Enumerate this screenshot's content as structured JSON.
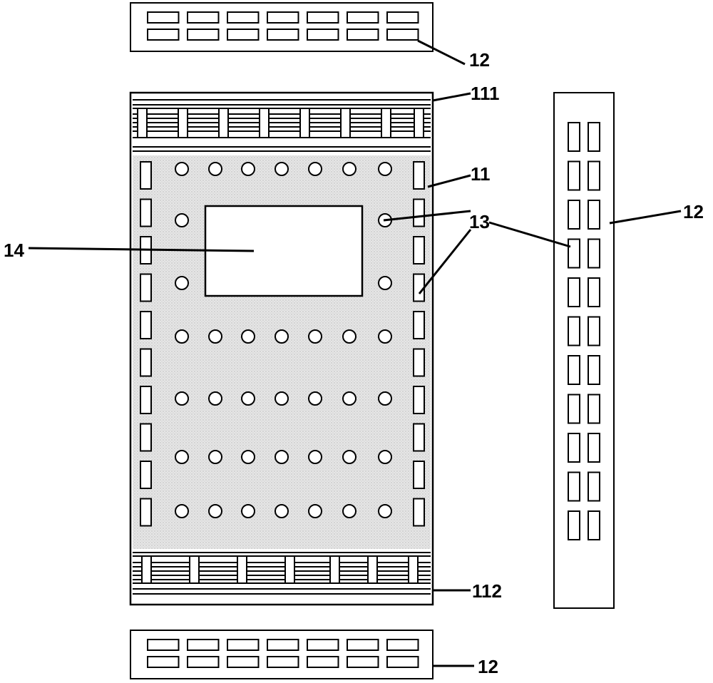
{
  "labels": {
    "top_strip": "12",
    "top_rail": "111",
    "main_board": "11",
    "right_strip": "12",
    "hole_left": "13",
    "hole_right": "13",
    "window": "14",
    "bottom_rail": "112",
    "bottom_strip": "12"
  },
  "colors": {
    "line": "#000000",
    "board_fill": "#e0e0e0",
    "background": "#ffffff"
  }
}
